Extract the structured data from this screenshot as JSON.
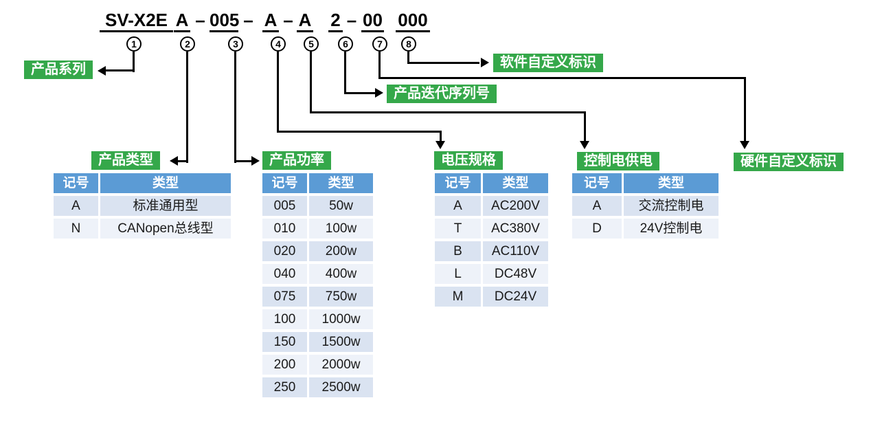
{
  "model": {
    "segments": [
      {
        "text": "SV-X2E",
        "underlined": true
      },
      {
        "text": "A",
        "underlined": true
      },
      {
        "text": "–",
        "underlined": false
      },
      {
        "text": "005",
        "underlined": true
      },
      {
        "text": "–",
        "underlined": false
      },
      {
        "text": "A",
        "underlined": true
      },
      {
        "text": "–",
        "underlined": false
      },
      {
        "text": "A",
        "underlined": true
      },
      {
        "text": "2",
        "underlined": true
      },
      {
        "text": "–",
        "underlined": false
      },
      {
        "text": "00",
        "underlined": true
      },
      {
        "text": "000",
        "underlined": true
      }
    ],
    "markers": [
      "1",
      "2",
      "3",
      "4",
      "5",
      "6",
      "7",
      "8"
    ]
  },
  "callouts": {
    "series": "产品系列",
    "iteration": "产品迭代序列号",
    "software": "软件自定义标识",
    "hardware": "硬件自定义标识"
  },
  "tables": [
    {
      "id": "product-type",
      "title": "产品类型",
      "headers": [
        "记号",
        "类型"
      ],
      "rows": [
        [
          "A",
          "标准通用型"
        ],
        [
          "N",
          "CANopen总线型"
        ]
      ]
    },
    {
      "id": "product-power",
      "title": "产品功率",
      "headers": [
        "记号",
        "类型"
      ],
      "rows": [
        [
          "005",
          "50w"
        ],
        [
          "010",
          "100w"
        ],
        [
          "020",
          "200w"
        ],
        [
          "040",
          "400w"
        ],
        [
          "075",
          "750w"
        ],
        [
          "100",
          "1000w"
        ],
        [
          "150",
          "1500w"
        ],
        [
          "200",
          "2000w"
        ],
        [
          "250",
          "2500w"
        ]
      ]
    },
    {
      "id": "voltage-spec",
      "title": "电压规格",
      "headers": [
        "记号",
        "类型"
      ],
      "rows": [
        [
          "A",
          "AC200V"
        ],
        [
          "T",
          "AC380V"
        ],
        [
          "B",
          "AC110V"
        ],
        [
          "L",
          "DC48V"
        ],
        [
          "M",
          "DC24V"
        ]
      ]
    },
    {
      "id": "control-power",
      "title": "控制电供电",
      "headers": [
        "记号",
        "类型"
      ],
      "rows": [
        [
          "A",
          "交流控制电"
        ],
        [
          "D",
          "24V控制电"
        ]
      ]
    }
  ],
  "colors": {
    "label_green": "#35A84A",
    "header_blue": "#5B9BD5",
    "row_dark": "#DAE3F1",
    "row_light": "#EEF2F9",
    "line_black": "#000000"
  }
}
